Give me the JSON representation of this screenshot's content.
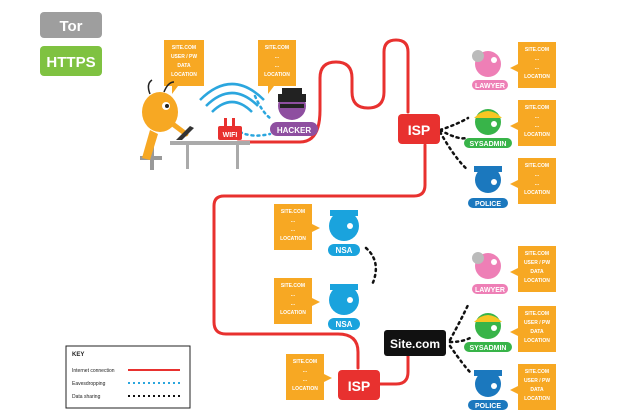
{
  "toggles": {
    "tor": "Tor",
    "https": "HTTPS"
  },
  "nodes": {
    "wifi": "WIFI",
    "hacker": "HACKER",
    "isp_top": "ISP",
    "isp_bottom": "ISP",
    "site": "Site.com",
    "nsa_top": "NSA",
    "nsa_bottom": "NSA",
    "lawyer_top": "LAWYER",
    "sysadmin_top": "SYSADMIN",
    "police_top": "POLICE",
    "lawyer_bottom": "LAWYER",
    "sysadmin_bottom": "SYSADMIN",
    "police_bottom": "POLICE"
  },
  "notes": {
    "user": [
      "SITE.COM",
      "USER / PW",
      "DATA",
      "LOCATION"
    ],
    "hacker": [
      "SITE.COM",
      "...",
      "...",
      "LOCATION"
    ],
    "lawyer_top": [
      "SITE.COM",
      "...",
      "...",
      "LOCATION"
    ],
    "sysadmin_top": [
      "SITE.COM",
      "...",
      "...",
      "LOCATION"
    ],
    "police_top": [
      "SITE.COM",
      "...",
      "...",
      "LOCATION"
    ],
    "nsa_top": [
      "SITE.COM",
      "...",
      "...",
      "LOCATION"
    ],
    "nsa_bottom": [
      "SITE.COM",
      "...",
      "...",
      "LOCATION"
    ],
    "isp_bottom": [
      "SITE.COM",
      "...",
      "...",
      "LOCATION"
    ],
    "lawyer_bottom": [
      "SITE.COM",
      "USER / PW",
      "DATA",
      "LOCATION"
    ],
    "sysadmin_bottom": [
      "SITE.COM",
      "USER / PW",
      "DATA",
      "LOCATION"
    ],
    "police_bottom": [
      "SITE.COM",
      "USER / PW",
      "DATA",
      "LOCATION"
    ]
  },
  "key": {
    "title": "KEY",
    "internet": "Internet connection",
    "eavesdropping": "Eavesdropping",
    "data_sharing": "Data sharing"
  },
  "colors": {
    "tor_toggle": "#9e9e9e",
    "https_toggle": "#7fc241",
    "connection": "#e8312f",
    "eavesdrop": "#2ba6de",
    "note": "#f7a823",
    "user": "#f7a823",
    "hacker_badge": "#8e4fa0",
    "lawyer": "#ee7fb6",
    "sysadmin": "#38b449",
    "police": "#1b78be",
    "nsa": "#1aa3dd",
    "isp": "#e8312f",
    "site": "#111111"
  }
}
